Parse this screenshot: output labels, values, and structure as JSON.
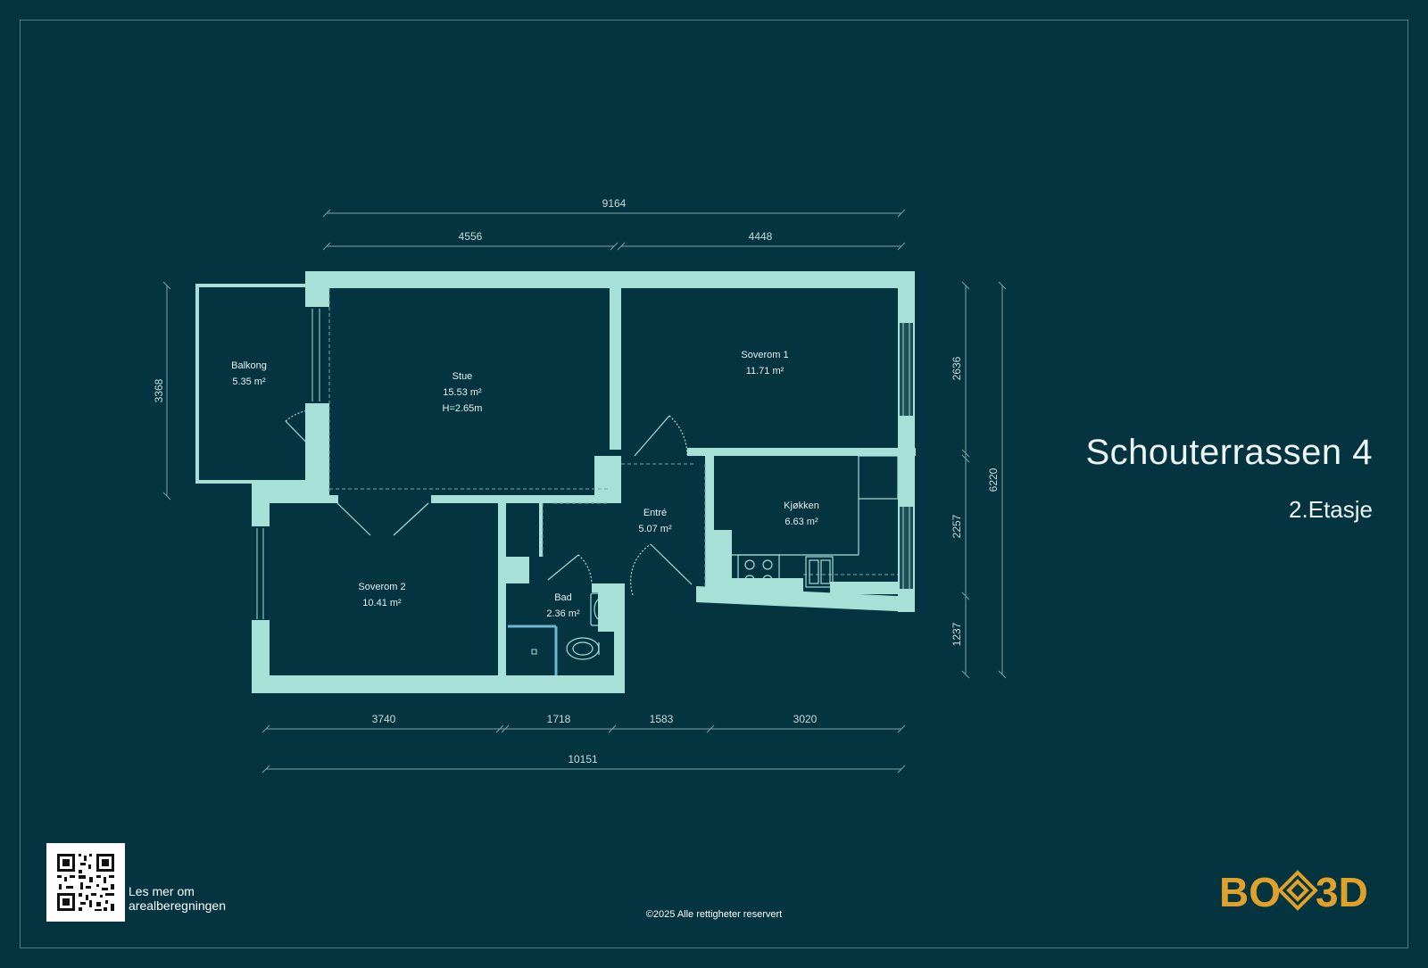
{
  "title": "Schouterrassen 4",
  "floor": "2.Etasje",
  "rooms": {
    "balkong": {
      "name": "Balkong",
      "area": "5.35 m²"
    },
    "stue": {
      "name": "Stue",
      "area": "15.53 m²",
      "height": "H=2.65m"
    },
    "soverom1": {
      "name": "Soverom 1",
      "area": "11.71 m²"
    },
    "entre": {
      "name": "Entré",
      "area": "5.07 m²"
    },
    "kjokken": {
      "name": "Kjøkken",
      "area": "6.63 m²"
    },
    "soverom2": {
      "name": "Soverom 2",
      "area": "10.41 m²"
    },
    "bad": {
      "name": "Bad",
      "area": "2.36 m²"
    }
  },
  "dimensions": {
    "top_total": "9164",
    "top_left": "4556",
    "top_right": "4448",
    "left_height": "3368",
    "right_upper": "2636",
    "right_middle": "2257",
    "right_lower": "1237",
    "right_total": "6220",
    "bottom_1": "3740",
    "bottom_2": "1718",
    "bottom_3": "1583",
    "bottom_4": "3020",
    "bottom_total": "10151"
  },
  "qr_caption": {
    "line1": "Les mer om",
    "line2": "arealberegningen"
  },
  "copyright": "©2025 Alle rettigheter reservert",
  "logo": {
    "left": "BO",
    "right": "3D",
    "color": "#e0a02a"
  },
  "colors": {
    "background": "#03343f",
    "walls": "#a6e0d6",
    "dim_lines": "#7fa3a8"
  }
}
